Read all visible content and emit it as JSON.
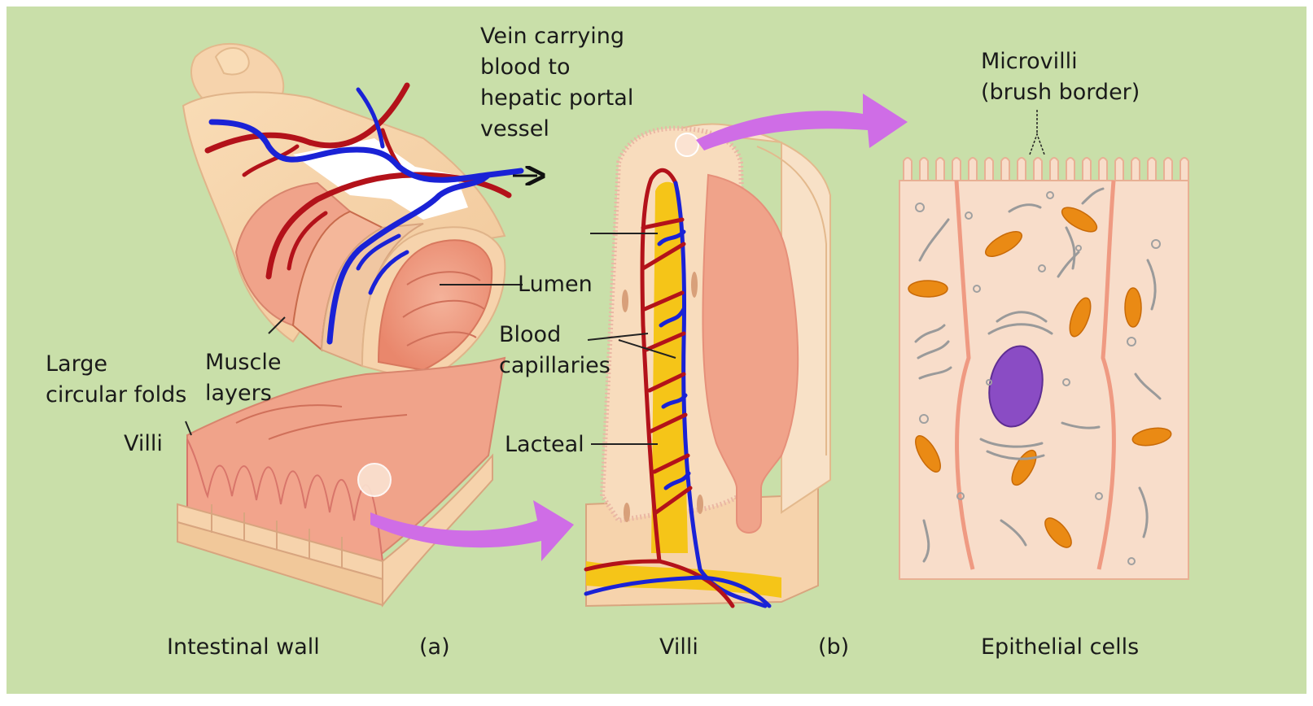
{
  "colors": {
    "background": "#c9dfa9",
    "frame": "#ffffff",
    "tissue_light": "#f6d3ac",
    "tissue_pink": "#f2a48c",
    "tissue_deep": "#ec8f77",
    "vein": "#1a22d6",
    "artery": "#b3121a",
    "lacteal": "#f5c518",
    "arrow": "#cf6de6",
    "nucleus": "#8a4cc4",
    "mitochondria": "#ea8a14",
    "cell_fill": "#f8ddca"
  },
  "labels": {
    "vein": [
      "Vein carrying",
      "blood to",
      "hepatic portal",
      "vessel"
    ],
    "lumen": "Lumen",
    "blood_capillaries": [
      "Blood",
      "capillaries"
    ],
    "lacteal": "Lacteal",
    "large_circular_folds": [
      "Large",
      "circular folds"
    ],
    "muscle_layers": [
      "Muscle",
      "layers"
    ],
    "villi_label": "Villi",
    "microvilli": [
      "Microvilli",
      "(brush border)"
    ]
  },
  "captions": {
    "intestinal_wall": "Intestinal wall",
    "part_a": "(a)",
    "villi": "Villi",
    "part_b": "(b)",
    "epithelial_cells": "Epithelial cells"
  }
}
